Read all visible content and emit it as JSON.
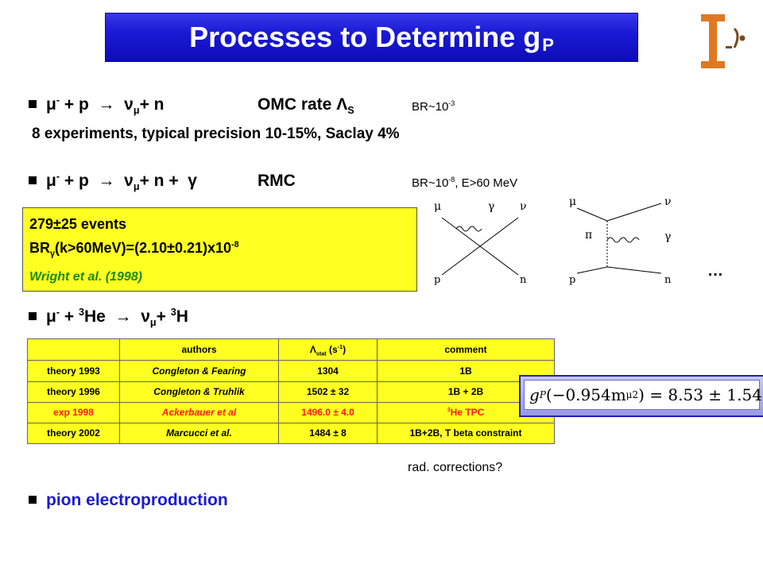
{
  "title": {
    "main": "Processes to Determine g",
    "subscript": "P"
  },
  "logo": {
    "icon": "institute-logo-icon",
    "color": "#e07820"
  },
  "omc": {
    "reaction": "μ⁻ + p → ν_μ + n",
    "label": "OMC rate",
    "lambda": "Λ",
    "lambda_sub": "S",
    "br_prefix": "BR~10",
    "br_exp": "-3",
    "experiments": "8 experiments, typical precision 10-15%, Saclay 4%"
  },
  "rmc": {
    "label": "RMC",
    "br_prefix": "BR~10",
    "br_exp": "-8",
    "br_suffix": ",  E>60 MeV",
    "box": {
      "events": "279±25 events",
      "br_label": "BR",
      "br_sub": "γ",
      "br_value": "(k>60MeV)=(2.10±0.21)x10",
      "br_value_exp": "-8",
      "reference": "Wright et al. (1998)"
    },
    "ellipsis": "…"
  },
  "he3": {
    "sup_3": "3"
  },
  "table": {
    "headers": {
      "col2": "authors",
      "col3_lambda": "Λ",
      "col3_sub": "stat",
      "col3_unit": " (s",
      "col3_unit_exp": "-1",
      "col3_close": ")",
      "col4": "comment"
    },
    "rows": [
      {
        "label": "theory 1993",
        "authors": "Congleton & Fearing",
        "value": "1304",
        "comment": "1B"
      },
      {
        "label": "theory 1996",
        "authors": "Congleton & Truhlik",
        "value": "1502 ± 32",
        "comment": "1B + 2B"
      },
      {
        "label": "exp 1998",
        "authors": "Ackerbauer et al",
        "value": "1496.0 ± 4.0",
        "comment_sup": "3",
        "comment": "He TPC"
      },
      {
        "label": "theory 2002",
        "authors": "Marcucci et al.",
        "value": "1484 ± 8",
        "comment": "1B+2B, T beta constraint"
      }
    ],
    "exp_color": "#ff1a1a"
  },
  "formula": {
    "g": "g",
    "g_sub": "P",
    "arg": "(−0.954m",
    "m_sub": "μ",
    "m_sup": "2",
    "result": ") = 8.53 ± 1.54"
  },
  "rad_corrections": "rad. corrections?",
  "pion": "pion electroproduction",
  "colors": {
    "title_bar": "#1a1ad6",
    "highlight": "#ffff22",
    "green_ref": "#1a8a1a"
  }
}
